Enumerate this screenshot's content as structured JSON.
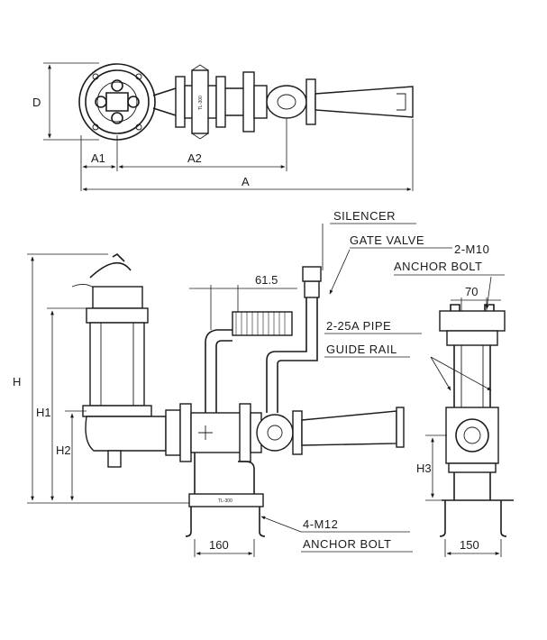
{
  "top_view": {
    "dims": {
      "d": "D",
      "a1": "A1",
      "a2": "A2",
      "a": "A"
    }
  },
  "labels": {
    "silencer": "SILENCER",
    "gate_valve": "GATE VALVE",
    "anchor_top_count": "2-M10",
    "anchor_top_text": "ANCHOR BOLT",
    "pipe": "2-25A PIPE",
    "guide_rail": "GUIDE RAIL",
    "anchor_bottom_count": "4-M12",
    "anchor_bottom_text": "ANCHOR BOLT"
  },
  "dims": {
    "h": "H",
    "h1": "H1",
    "h2": "H2",
    "h3": "H3",
    "d61_5": "61.5",
    "d70": "70",
    "d160": "160",
    "d150": "150"
  },
  "valve_marks": {
    "top": "TL-300",
    "front": "TL-300"
  }
}
